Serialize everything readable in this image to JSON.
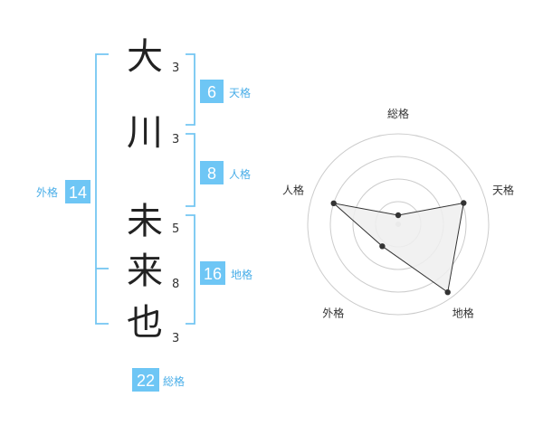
{
  "name": {
    "chars": [
      {
        "char": "大",
        "strokes": "3"
      },
      {
        "char": "川",
        "strokes": "3"
      },
      {
        "char": "未",
        "strokes": "5"
      },
      {
        "char": "来",
        "strokes": "8"
      },
      {
        "char": "也",
        "strokes": "3"
      }
    ]
  },
  "scores": {
    "tenkaku": {
      "value": "6",
      "label": "天格"
    },
    "jinkaku": {
      "value": "8",
      "label": "人格"
    },
    "chikaku": {
      "value": "16",
      "label": "地格"
    },
    "gaikaku": {
      "value": "14",
      "label": "外格"
    },
    "soukaku": {
      "value": "22",
      "label": "総格"
    }
  },
  "chart_data": {
    "type": "radar",
    "axes": [
      "総格",
      "天格",
      "地格",
      "外格",
      "人格"
    ],
    "values": [
      0.1,
      0.76,
      0.93,
      0.3,
      0.75
    ],
    "range": [
      0,
      1
    ],
    "rings": 4,
    "colors": {
      "fill": "#eeeeee",
      "line": "#333333",
      "ring": "#cccccc",
      "point": "#333333"
    }
  },
  "colors": {
    "accent": "#6ec6f5",
    "accent_text": "#4aaee8",
    "bracket": "#74c6f2"
  }
}
